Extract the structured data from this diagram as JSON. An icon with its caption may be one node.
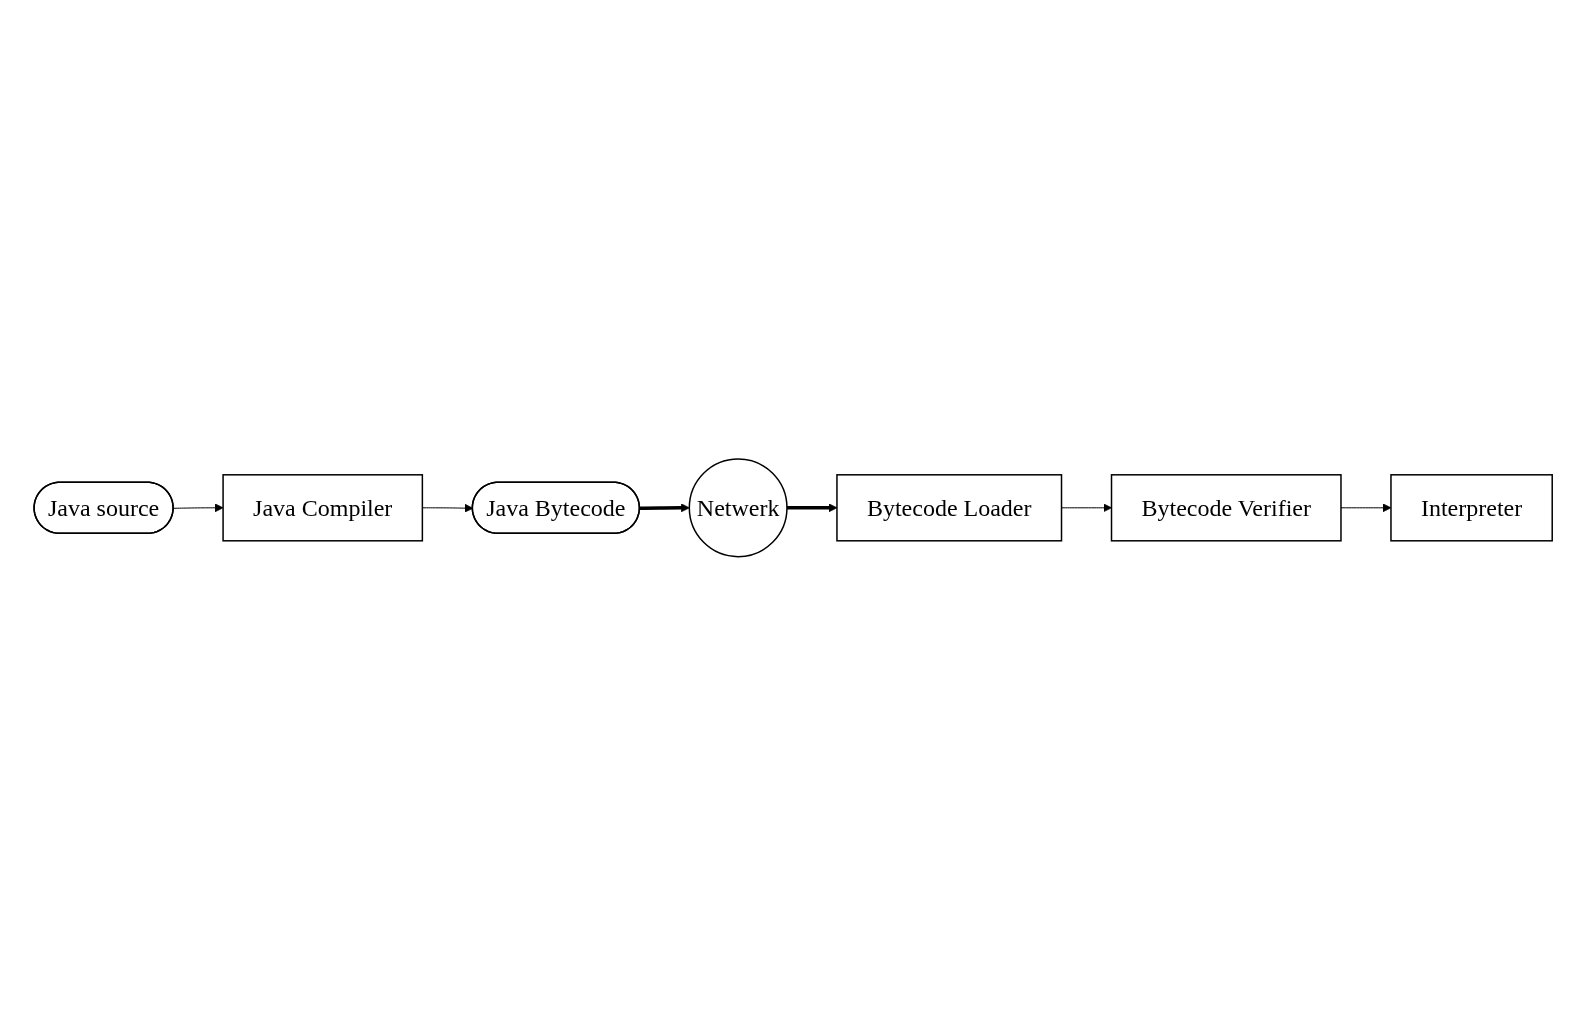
{
  "diagram": {
    "nodes": [
      {
        "text": [
          "Java source"
        ]
      },
      {
        "text": [
          "Java Compiler"
        ]
      },
      {
        "text": [
          "Java Bytecode"
        ]
      },
      {
        "text": [
          "Netwerk"
        ]
      },
      {
        "text": [
          "Bytecode Loader"
        ]
      },
      {
        "text": [
          "Bytecode Verifier"
        ]
      },
      {
        "text": [
          "Interpreter"
        ]
      }
    ],
    "edges": [
      {
        "from": 0,
        "to": 1,
        "arrow": "to"
      },
      {
        "from": 1,
        "to": 2,
        "arrow": "to"
      },
      {
        "from": 2,
        "to": 3,
        "arrow": "to",
        "style": "thick"
      },
      {
        "from": 3,
        "to": 4,
        "arrow": "to",
        "style": "thick"
      },
      {
        "from": 4,
        "to": 5,
        "arrow": "to"
      },
      {
        "from": 5,
        "to": 6,
        "arrow": "to"
      }
    ]
  }
}
